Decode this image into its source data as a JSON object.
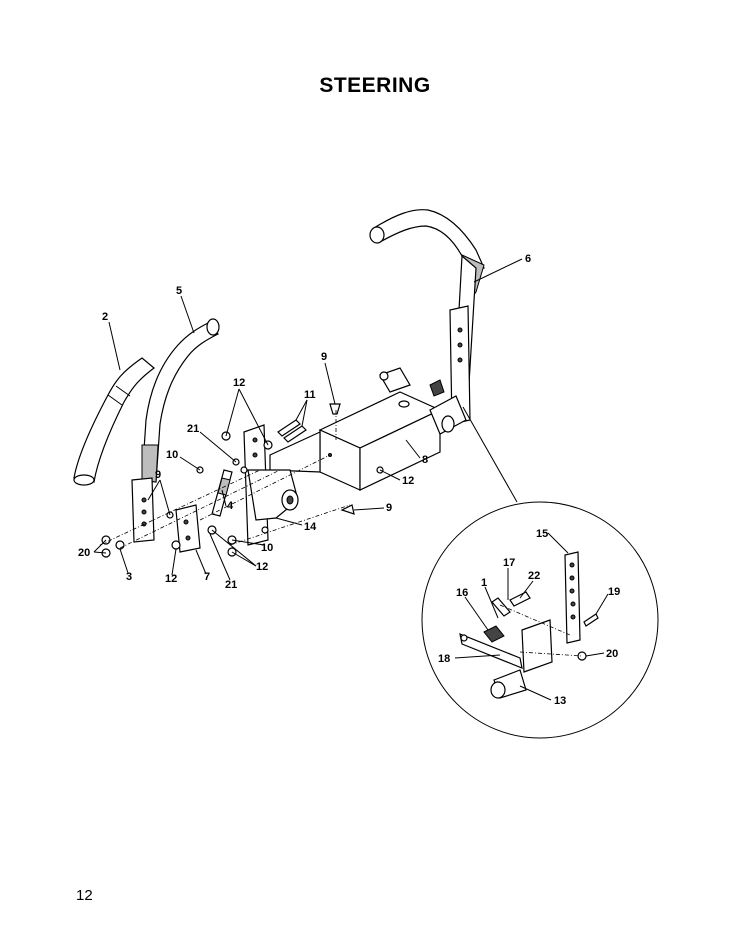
{
  "title": "STEERING",
  "page_number": "12",
  "callouts": {
    "c1": "1",
    "c2": "2",
    "c3": "3",
    "c4": "4",
    "c5": "5",
    "c6": "6",
    "c7": "7",
    "c8": "8",
    "c9a": "9",
    "c9b": "9",
    "c9c": "9",
    "c10a": "10",
    "c10b": "10",
    "c11": "11",
    "c12a": "12",
    "c12b": "12",
    "c12c": "12",
    "c12d": "12",
    "c13": "13",
    "c14": "14",
    "c15": "15",
    "c16": "16",
    "c17": "17",
    "c18": "18",
    "c19": "19",
    "c20a": "20",
    "c20b": "20",
    "c21a": "21",
    "c21b": "21",
    "c22": "22"
  }
}
